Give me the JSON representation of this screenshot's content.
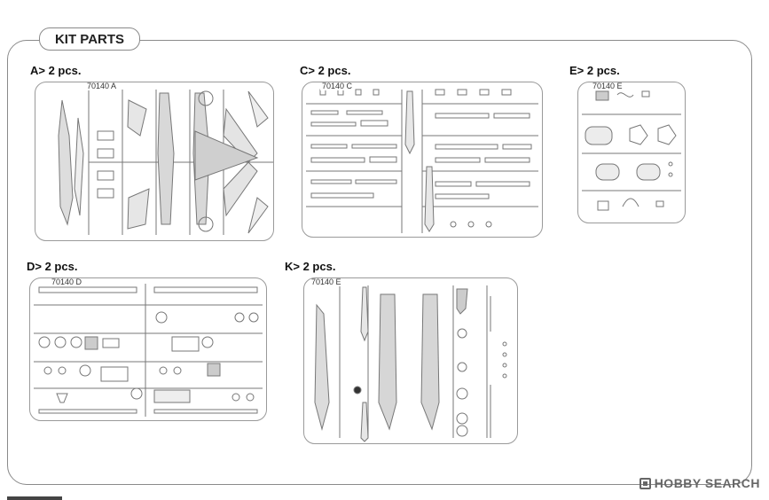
{
  "page": {
    "title": "KIT PARTS",
    "watermark": "HOBBY SEARCH"
  },
  "sprues": {
    "a": {
      "label": "A> 2 pcs.",
      "code": "70140 A"
    },
    "c": {
      "label": "C> 2 pcs.",
      "code": "70140 C"
    },
    "e": {
      "label": "E> 2 pcs.",
      "code": "70140 E"
    },
    "d": {
      "label": "D> 2 pcs.",
      "code": "70140 D"
    },
    "k": {
      "label": "K> 2 pcs.",
      "code": "70140 E"
    }
  },
  "icons": {
    "watermark_logo": "hobby-search-logo-icon"
  }
}
